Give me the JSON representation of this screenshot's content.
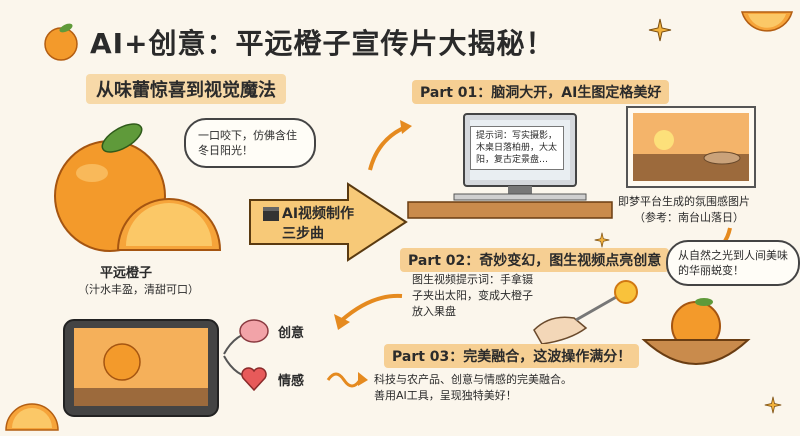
{
  "header": {
    "title": "AI+创意：平远橙子宣传片大揭秘！",
    "subtitle": "从味蕾惊喜到视觉魔法"
  },
  "left": {
    "bubble_text": "一口咬下，仿佛含住冬日阳光！",
    "product_name": "平远橙子",
    "product_desc": "（汁水丰盈，清甜可口）",
    "center_arrow_text": "AI视频制作三步曲",
    "branch_labels": [
      "创意",
      "情感"
    ]
  },
  "part1": {
    "title": "Part 01：脑洞大开，AI生图定格美好",
    "prompt_text": "提示词：写实摄影，木桌日落柏册，大太阳，复古定景盘…",
    "caption_line1": "即梦平台生成的氛围感图片",
    "caption_line2": "（参考：南台山落日）"
  },
  "part2": {
    "title": "Part 02：奇妙变幻，图生视频点亮创意",
    "prompt_text": "图生视频提示词：手拿镊子夹出太阳，变成大橙子放入果盘",
    "bubble_text": "从自然之光到人间美味的华丽蜕变！"
  },
  "part3": {
    "title": "Part 03：完美融合，这波操作满分！",
    "desc_line1": "科技与农产品、创意与情感的完美融合。",
    "desc_line2": "善用AI工具，呈现独特美好！"
  },
  "colors": {
    "background": "#fbf6ec",
    "orange": "#f39a2b",
    "highlight": "#f6cf93"
  }
}
